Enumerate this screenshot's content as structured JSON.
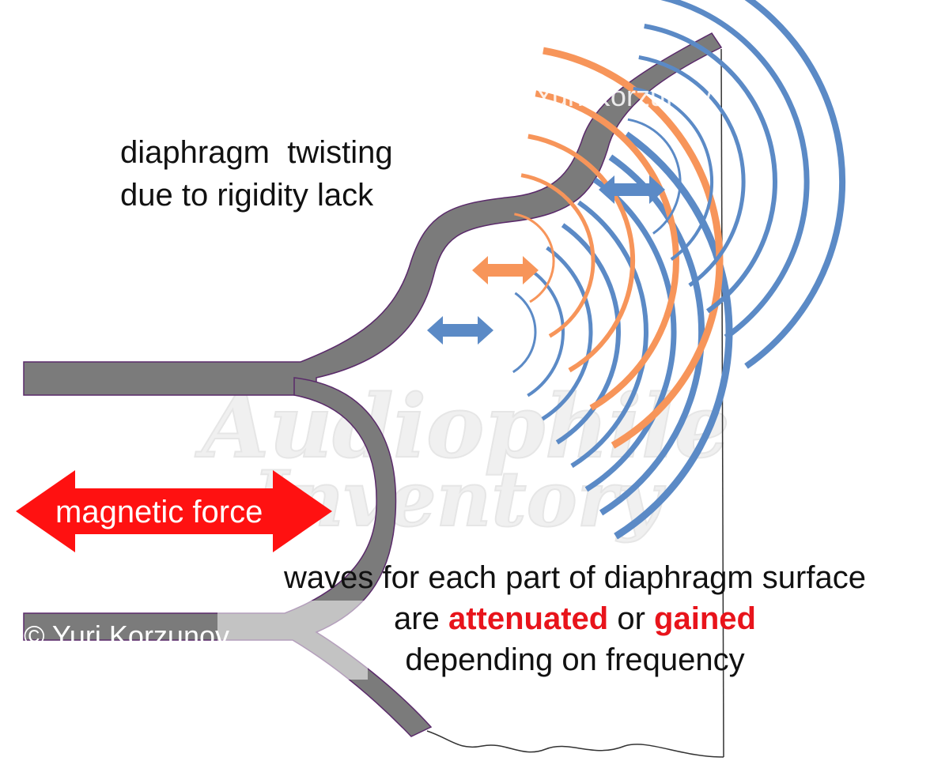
{
  "annotation": {
    "line1": "diaphragm  twisting",
    "line2": "due to rigidity lack"
  },
  "force_label": "magnetic force",
  "caption": {
    "line1": "waves for each part of diaphragm surface",
    "line2_prefix": "are ",
    "attenuated": "attenuated",
    "line2_middle": " or ",
    "gained": "gained",
    "line3": "depending on frequency"
  },
  "watermarks": {
    "copyright_top": "© Yuri Korzunov",
    "copyright_bottom": "© Yuri Korzunov",
    "brand_line1": "Audiophile",
    "brand_line2": "Inventory"
  },
  "colors": {
    "diaphragm": "#7b7b7b",
    "wave_blue": "#5b8ac6",
    "wave_orange": "#f7955a",
    "force_arrow": "#ff1111",
    "highlight_text": "#e8141b"
  }
}
